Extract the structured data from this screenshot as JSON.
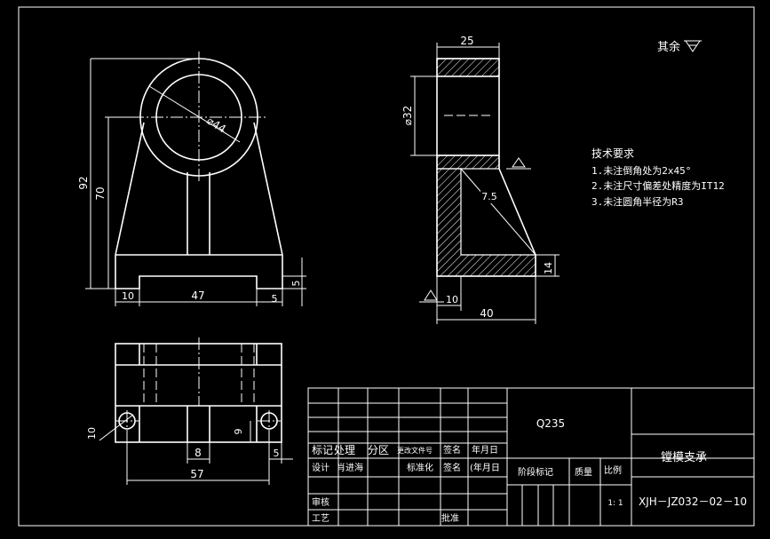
{
  "surface_finish_note": "其余",
  "technical_requirements": {
    "heading": "技术要求",
    "items": [
      "1.未注倒角处为2x45°",
      "2.未注尺寸偏差处精度为IT12",
      "3.未注圆角半径为R3"
    ]
  },
  "front_view": {
    "dim_overall_height": "92",
    "dim_axis_height": "70",
    "dim_bore": "⌀44",
    "dim_left_foot": "10",
    "dim_base_slot": "47",
    "dim_right_foot": "5",
    "dim_base_height": "5"
  },
  "side_view": {
    "dim_width": "25",
    "dim_bore": "⌀32",
    "dim_rib": "7.5",
    "dim_base_thickness": "14",
    "dim_foot": "10",
    "dim_depth": "40"
  },
  "top_view": {
    "dim_hole": "10",
    "dim_offset": "9",
    "dim_rib": "8",
    "dim_edge": "5",
    "dim_length": "57"
  },
  "title_block": {
    "material": "Q235",
    "part_name": "镗模支承",
    "drawing_number": "XJH－JZ032－02－10",
    "scale": "1: 1",
    "headers": {
      "mark": "标记",
      "count": "处理",
      "zone": "分区",
      "change_doc": "更改文件号",
      "signature": "签名",
      "date": "年月日",
      "design": "设计",
      "designer": "肖进海",
      "standardize": "标准化",
      "signature2": "签名",
      "date2": "(年月日",
      "stage_mark": "阶段标记",
      "weight": "质量",
      "ratio": "比例",
      "review": "审核",
      "process": "工艺",
      "approve": "批准"
    }
  }
}
